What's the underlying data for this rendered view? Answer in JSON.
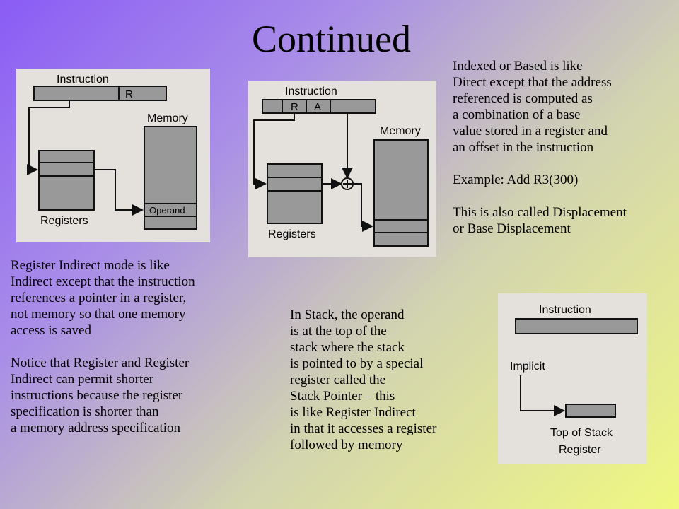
{
  "title": "Continued",
  "indexed_text": [
    "Indexed or Based is like",
    "Direct except that the address",
    "referenced is computed as",
    "a combination of a base",
    "value stored in a register and",
    "an offset in the instruction",
    "",
    "Example:  Add R3(300)",
    "",
    "This is also called Displacement",
    "or Base Displacement"
  ],
  "register_indirect_text": [
    "Register Indirect mode is like",
    "Indirect except that the instruction",
    "references a pointer in a register,",
    "not memory so that one memory",
    "access is saved",
    "",
    "Notice that Register and Register",
    "Indirect can permit shorter",
    "instructions because the register",
    "specification is shorter than",
    "a memory address specification"
  ],
  "stack_text": [
    "In Stack, the operand",
    "is at the top of the",
    "stack where the stack",
    "is pointed to by a special",
    "register called the",
    "Stack Pointer – this",
    "is like Register Indirect",
    "in that it accesses a register",
    "followed by memory"
  ],
  "fig_register_indirect": {
    "instruction_label": "Instruction",
    "field_r": "R",
    "memory_label": "Memory",
    "registers_label": "Registers",
    "operand_label": "Operand"
  },
  "fig_displacement": {
    "instruction_label": "Instruction",
    "field_r": "R",
    "field_a": "A",
    "memory_label": "Memory",
    "registers_label": "Registers"
  },
  "fig_stack": {
    "instruction_label": "Instruction",
    "implicit_label": "Implicit",
    "top_of_stack_label": "Top of Stack",
    "register_label": "Register"
  }
}
